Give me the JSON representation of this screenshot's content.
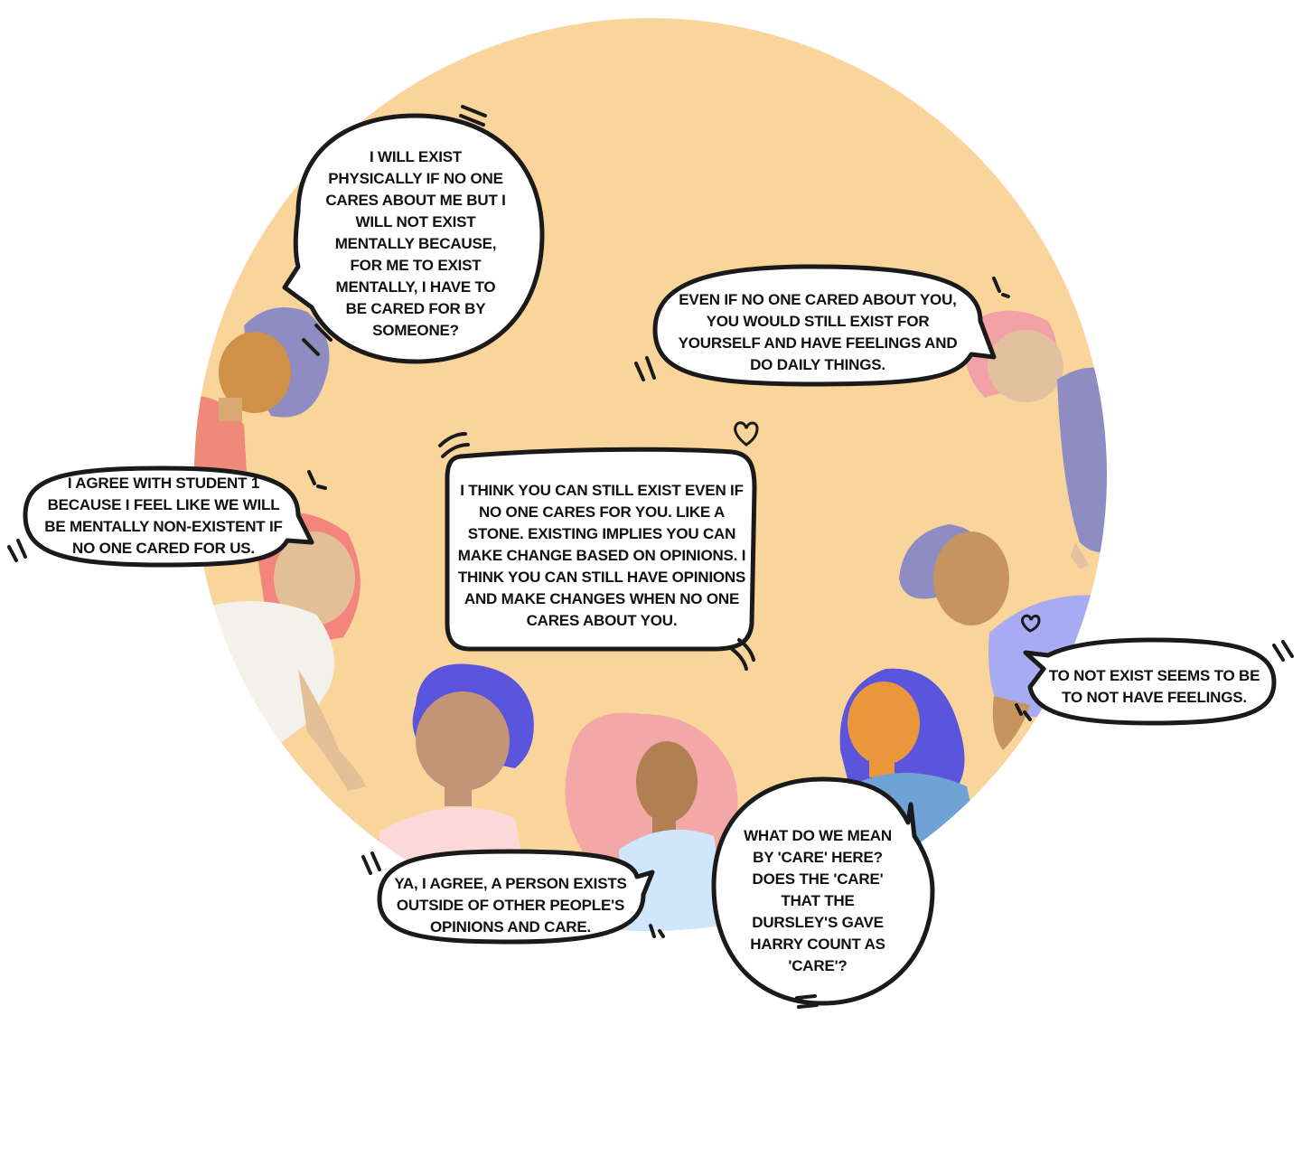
{
  "colors": {
    "background_circle": "#f9d59b",
    "bubble_fill": "#ffffff",
    "bubble_outline": "#1a1a1a"
  },
  "bubbles": {
    "exist_physically": "I will exist\nphysically if no one\ncares about me but I\nwill not exist\nmentally because,\nfor me to exist\nmentally, I have to\nbe cared for by\nsomeone?",
    "even_if_no_one_cared": "Even if no one cared about you,\nyou would still exist for\nyourself and have feelings and\ndo daily things.",
    "agree_student_1": "I agree with student 1\nbecause I feel like we will\nbe mentally non-existent if\nno one cared for us.",
    "like_a_stone": "I think you can still exist even if\nno one cares for you. Like a\nstone. Existing implies you can\nmake change based on opinions. I\nthink you can still have opinions\nand make changes when no one\ncares about you.",
    "not_have_feelings": "To not exist seems to be\nto not have feelings.",
    "ya_i_agree": "Ya, I agree, a person exists\noutside of other people's\nopinions and care.",
    "what_do_we_mean": "What do we mean\nby 'care' here?\nDoes the 'care'\nthat the\nDursley's gave\nHarry count as\n'care'?"
  },
  "icons": [
    "heart-doodle-icon",
    "accent-mark-icon"
  ]
}
